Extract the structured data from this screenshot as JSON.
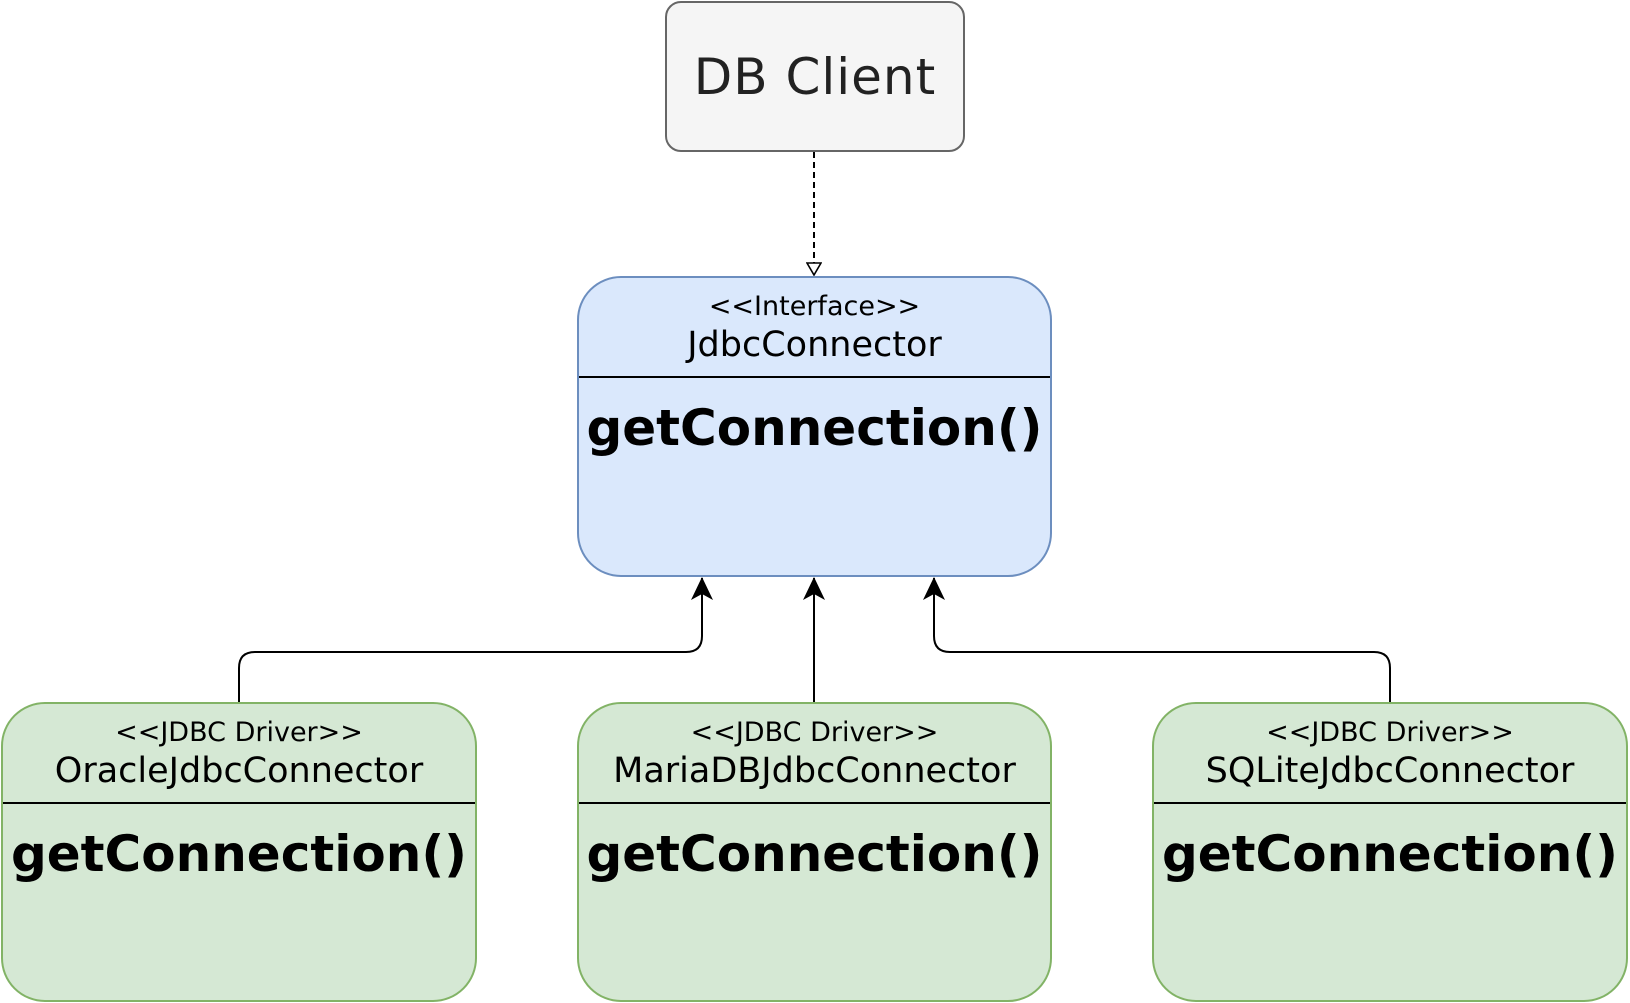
{
  "client": {
    "label": "DB Client"
  },
  "interface": {
    "stereotype": "<<Interface>>",
    "name": "JdbcConnector",
    "method": "getConnection()"
  },
  "implementations": [
    {
      "stereotype": "<<JDBC Driver>>",
      "name": "OracleJdbcConnector",
      "method": "getConnection()"
    },
    {
      "stereotype": "<<JDBC Driver>>",
      "name": "MariaDBJdbcConnector",
      "method": "getConnection()"
    },
    {
      "stereotype": "<<JDBC Driver>>",
      "name": "SQLiteJdbcConnector",
      "method": "getConnection()"
    }
  ],
  "colors": {
    "client_fill": "#f5f5f5",
    "client_stroke": "#666666",
    "interface_fill": "#dae8fc",
    "interface_stroke": "#6c8ebf",
    "driver_fill": "#d5e8d4",
    "driver_stroke": "#82b366",
    "edge": "#000000"
  }
}
